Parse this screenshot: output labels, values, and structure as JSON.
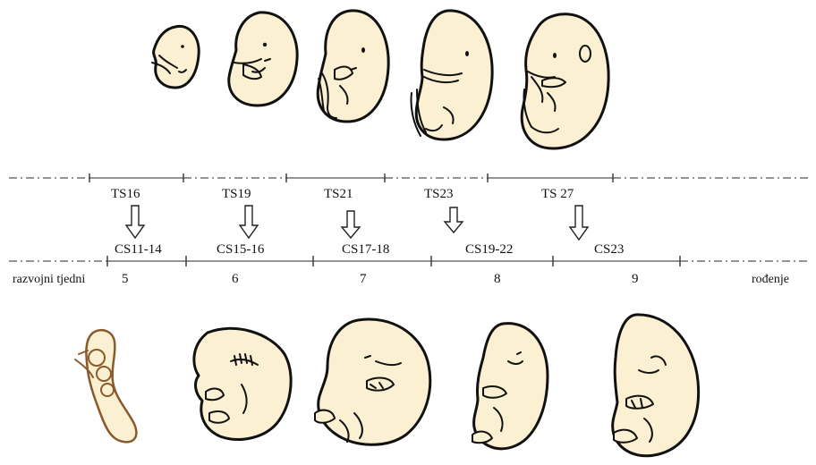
{
  "ts_stages": [
    {
      "label": "TS16"
    },
    {
      "label": "TS19"
    },
    {
      "label": "TS21"
    },
    {
      "label": "TS23"
    },
    {
      "label": "TS 27"
    }
  ],
  "cs_stages": [
    {
      "label": "CS11-14"
    },
    {
      "label": "CS15-16"
    },
    {
      "label": "CS17-18"
    },
    {
      "label": "CS19-22"
    },
    {
      "label": "CS23"
    }
  ],
  "week_axis": {
    "label_left": "razvojni tjedni",
    "label_right": "rođenje",
    "weeks": [
      "5",
      "6",
      "7",
      "8",
      "9"
    ]
  },
  "colors": {
    "embryo_fill": "#fbf0d2",
    "outline": "#111111",
    "early_outline": "#8a5a2a"
  },
  "mouse_embryos_count": 5,
  "human_embryos_count": 5
}
